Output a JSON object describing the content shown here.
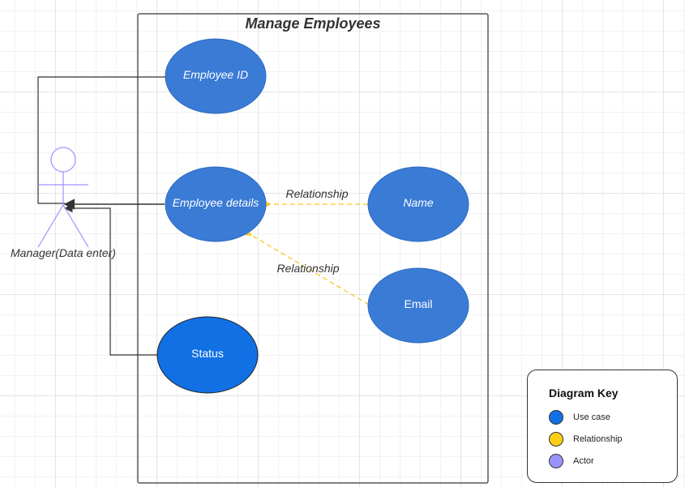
{
  "diagram": {
    "title": "Manage Employees",
    "actor": {
      "label": "Manager(Data enter)"
    },
    "use_cases": {
      "employee_id": "Employee ID",
      "employee_details": "Employee details",
      "name": "Name",
      "email": "Email",
      "status": "Status"
    },
    "relationships": {
      "name_to_details": "Relationship",
      "email_to_details": "Relationship"
    }
  },
  "legend": {
    "title": "Diagram Key",
    "items": [
      {
        "label": "Use case",
        "color": "#1170e4"
      },
      {
        "label": "Relationship",
        "color": "#fcce14"
      },
      {
        "label": "Actor",
        "color": "#9b93ff"
      }
    ]
  },
  "colors": {
    "use_case_fill": "#3a7bd5",
    "status_fill": "#1170e4",
    "relationship_line": "#f5c518",
    "actor_stroke": "#9b93ff",
    "connector_line": "#333333"
  }
}
